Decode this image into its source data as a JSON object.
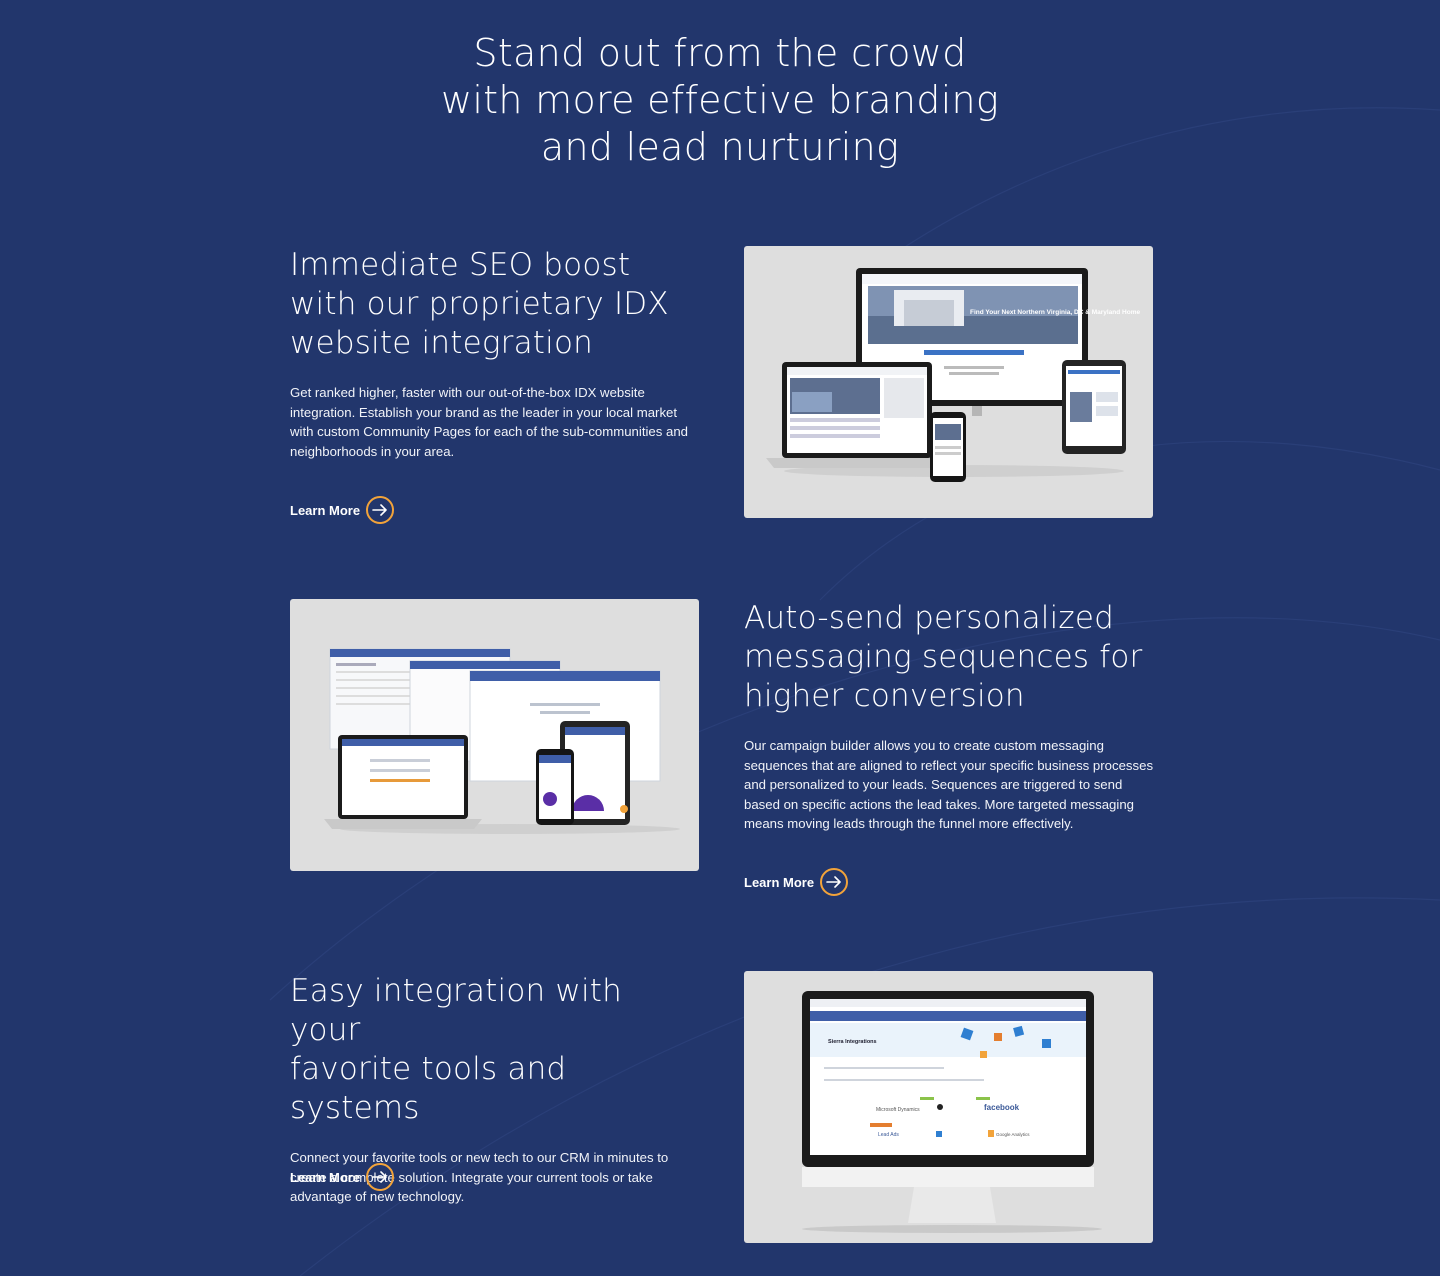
{
  "hero": {
    "line1": "Stand out from the crowd",
    "line2": "with more effective branding",
    "line3": "and lead nurturing"
  },
  "features": [
    {
      "title_lines": [
        "Immediate SEO boost",
        "with our proprietary IDX",
        "website integration"
      ],
      "description": "Get ranked higher, faster with our out-of-the-box IDX website integration. Establish your brand as the leader in your local market with custom Community Pages for each of the sub-communities and neighborhoods in your area.",
      "link_label": "Learn More",
      "image_caption": "Find Your Next Northern Virginia, DC & Maryland Home"
    },
    {
      "title_lines": [
        "Auto-send personalized",
        "messaging sequences for",
        "higher conversion"
      ],
      "description": "Our campaign builder allows you to create custom messaging sequences that are aligned to reflect your specific business processes and personalized to your leads. Sequences are triggered to send based on specific actions the lead takes. More targeted messaging means moving leads through the funnel more effectively.",
      "link_label": "Learn More"
    },
    {
      "title_lines": [
        "Easy integration with your",
        "favorite tools and systems"
      ],
      "description": "Connect your favorite tools or new tech to our CRM in minutes to create a complete solution. Integrate your current tools or take advantage of new technology.",
      "link_label": "Learn More",
      "image_heading": "Sierra Integrations",
      "image_logos": [
        "Microsoft Dynamics",
        "facebook",
        "Lead Ads",
        "Google Analytics"
      ]
    }
  ],
  "colors": {
    "background": "#22366c",
    "accent": "#f2a33a",
    "card": "#dedede"
  },
  "icons": {
    "learn_more": "arrow-right-circle-icon"
  }
}
